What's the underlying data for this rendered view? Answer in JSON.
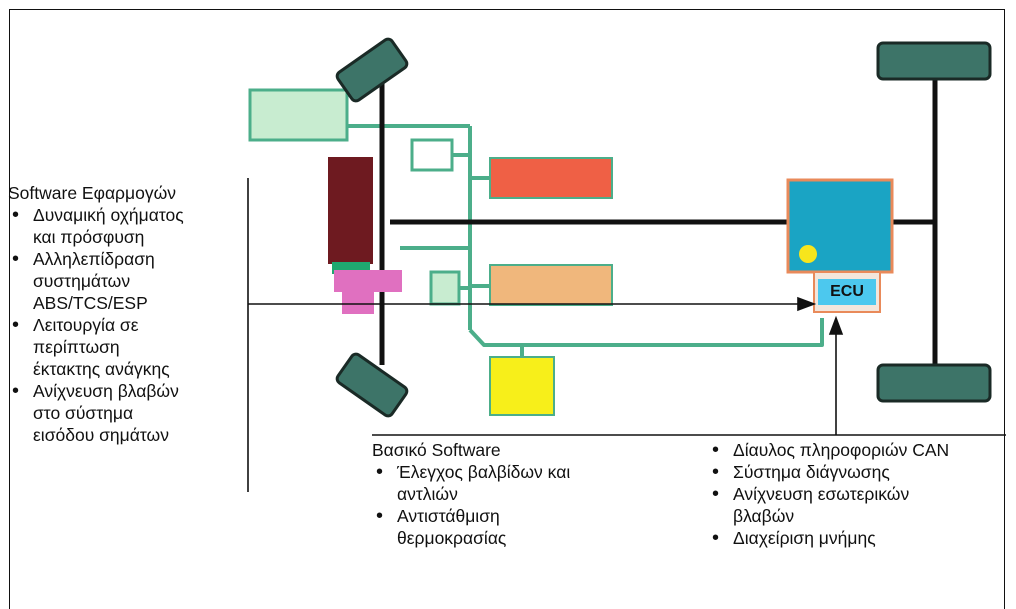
{
  "ecu_label": "ECU",
  "app_software": {
    "title": "Software Εφαρμογών",
    "items": [
      [
        "Δυναμική οχήματος",
        "και πρόσφυση"
      ],
      [
        "Αλληλεπίδραση",
        "συστημάτων",
        "ABS/TCS/ESP"
      ],
      [
        "Λειτουργία σε",
        "περίπτωση",
        "έκτακτης ανάγκης"
      ],
      [
        "Ανίχνευση βλαβών",
        "στο σύστημα",
        "εισόδου σημάτων"
      ]
    ]
  },
  "basic_software": {
    "title": "Βασικό Software",
    "items": [
      [
        "Έλεγχος βαλβίδων και",
        "αντλιών"
      ],
      [
        "Αντιστάθμιση",
        "θερμοκρασίας"
      ]
    ]
  },
  "system_software": {
    "items": [
      [
        "Δίαυλος πληροφοριών CAN"
      ],
      [
        "Σύστημα διάγνωσης"
      ],
      [
        "Ανίχνευση εσωτερικών",
        "βλαβών"
      ],
      [
        "Διαχείριση μνήμης"
      ]
    ]
  },
  "colors": {
    "tire": "#3d7468",
    "tire_border": "#1a2a26",
    "line_green": "#4cae8a",
    "valve_red": "#ef6045",
    "valve_orange": "#f0b77c",
    "pump_yellow": "#f7ef1a",
    "master_cyl": "#6e1a20",
    "booster_pink": "#e070c0",
    "ecu_cyan": "#1aa4c4",
    "ecu_border": "#e98a5a",
    "ecu_label_bg": "#4cc8ee",
    "sensor_yellow": "#f7e51c",
    "module_green_light": "#c8ecd0"
  }
}
